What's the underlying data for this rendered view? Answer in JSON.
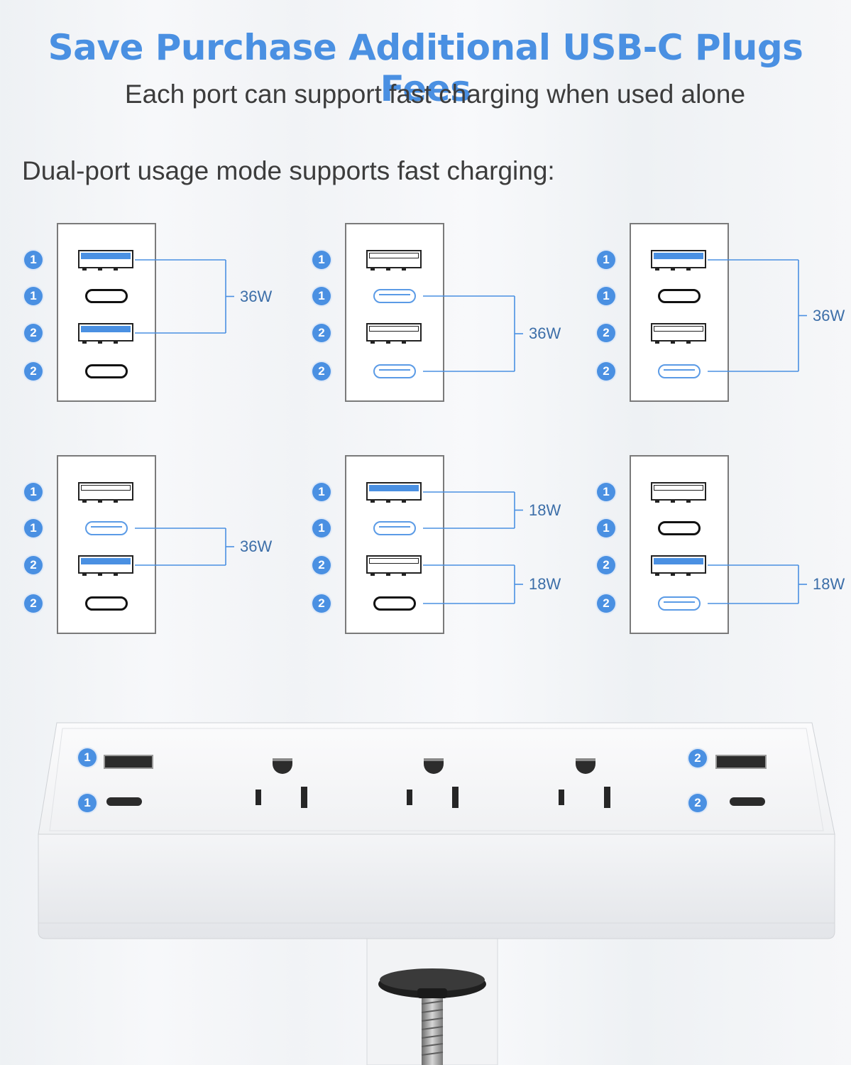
{
  "header": {
    "title": "Save Purchase Additional USB-C Plugs Fees",
    "subtitle": "Each port can support fast charging when used alone"
  },
  "caption": "Dual-port usage mode supports fast charging:",
  "port_numbers": [
    "1",
    "1",
    "2",
    "2"
  ],
  "configurations": [
    {
      "active_ports": [
        "usb-a-1",
        "usb-a-2"
      ],
      "wattages": [
        "36W"
      ]
    },
    {
      "active_ports": [
        "usb-c-1",
        "usb-c-2"
      ],
      "wattages": [
        "36W"
      ]
    },
    {
      "active_ports": [
        "usb-a-1",
        "usb-c-2"
      ],
      "wattages": [
        "36W"
      ]
    },
    {
      "active_ports": [
        "usb-c-1",
        "usb-a-2"
      ],
      "wattages": [
        "36W"
      ]
    },
    {
      "active_ports": [
        "usb-a-1",
        "usb-c-1"
      ],
      "wattages": [
        "18W",
        "18W"
      ]
    },
    {
      "active_ports": [
        "usb-a-2",
        "usb-c-2"
      ],
      "wattages": [
        "18W"
      ]
    }
  ],
  "device": {
    "left_usb_labels": [
      "1",
      "1"
    ],
    "right_usb_labels": [
      "2",
      "2"
    ],
    "outlet_count": 3
  },
  "colors": {
    "accent": "#4a90e2",
    "text": "#3c3c3c",
    "line": "#4a90e2"
  }
}
